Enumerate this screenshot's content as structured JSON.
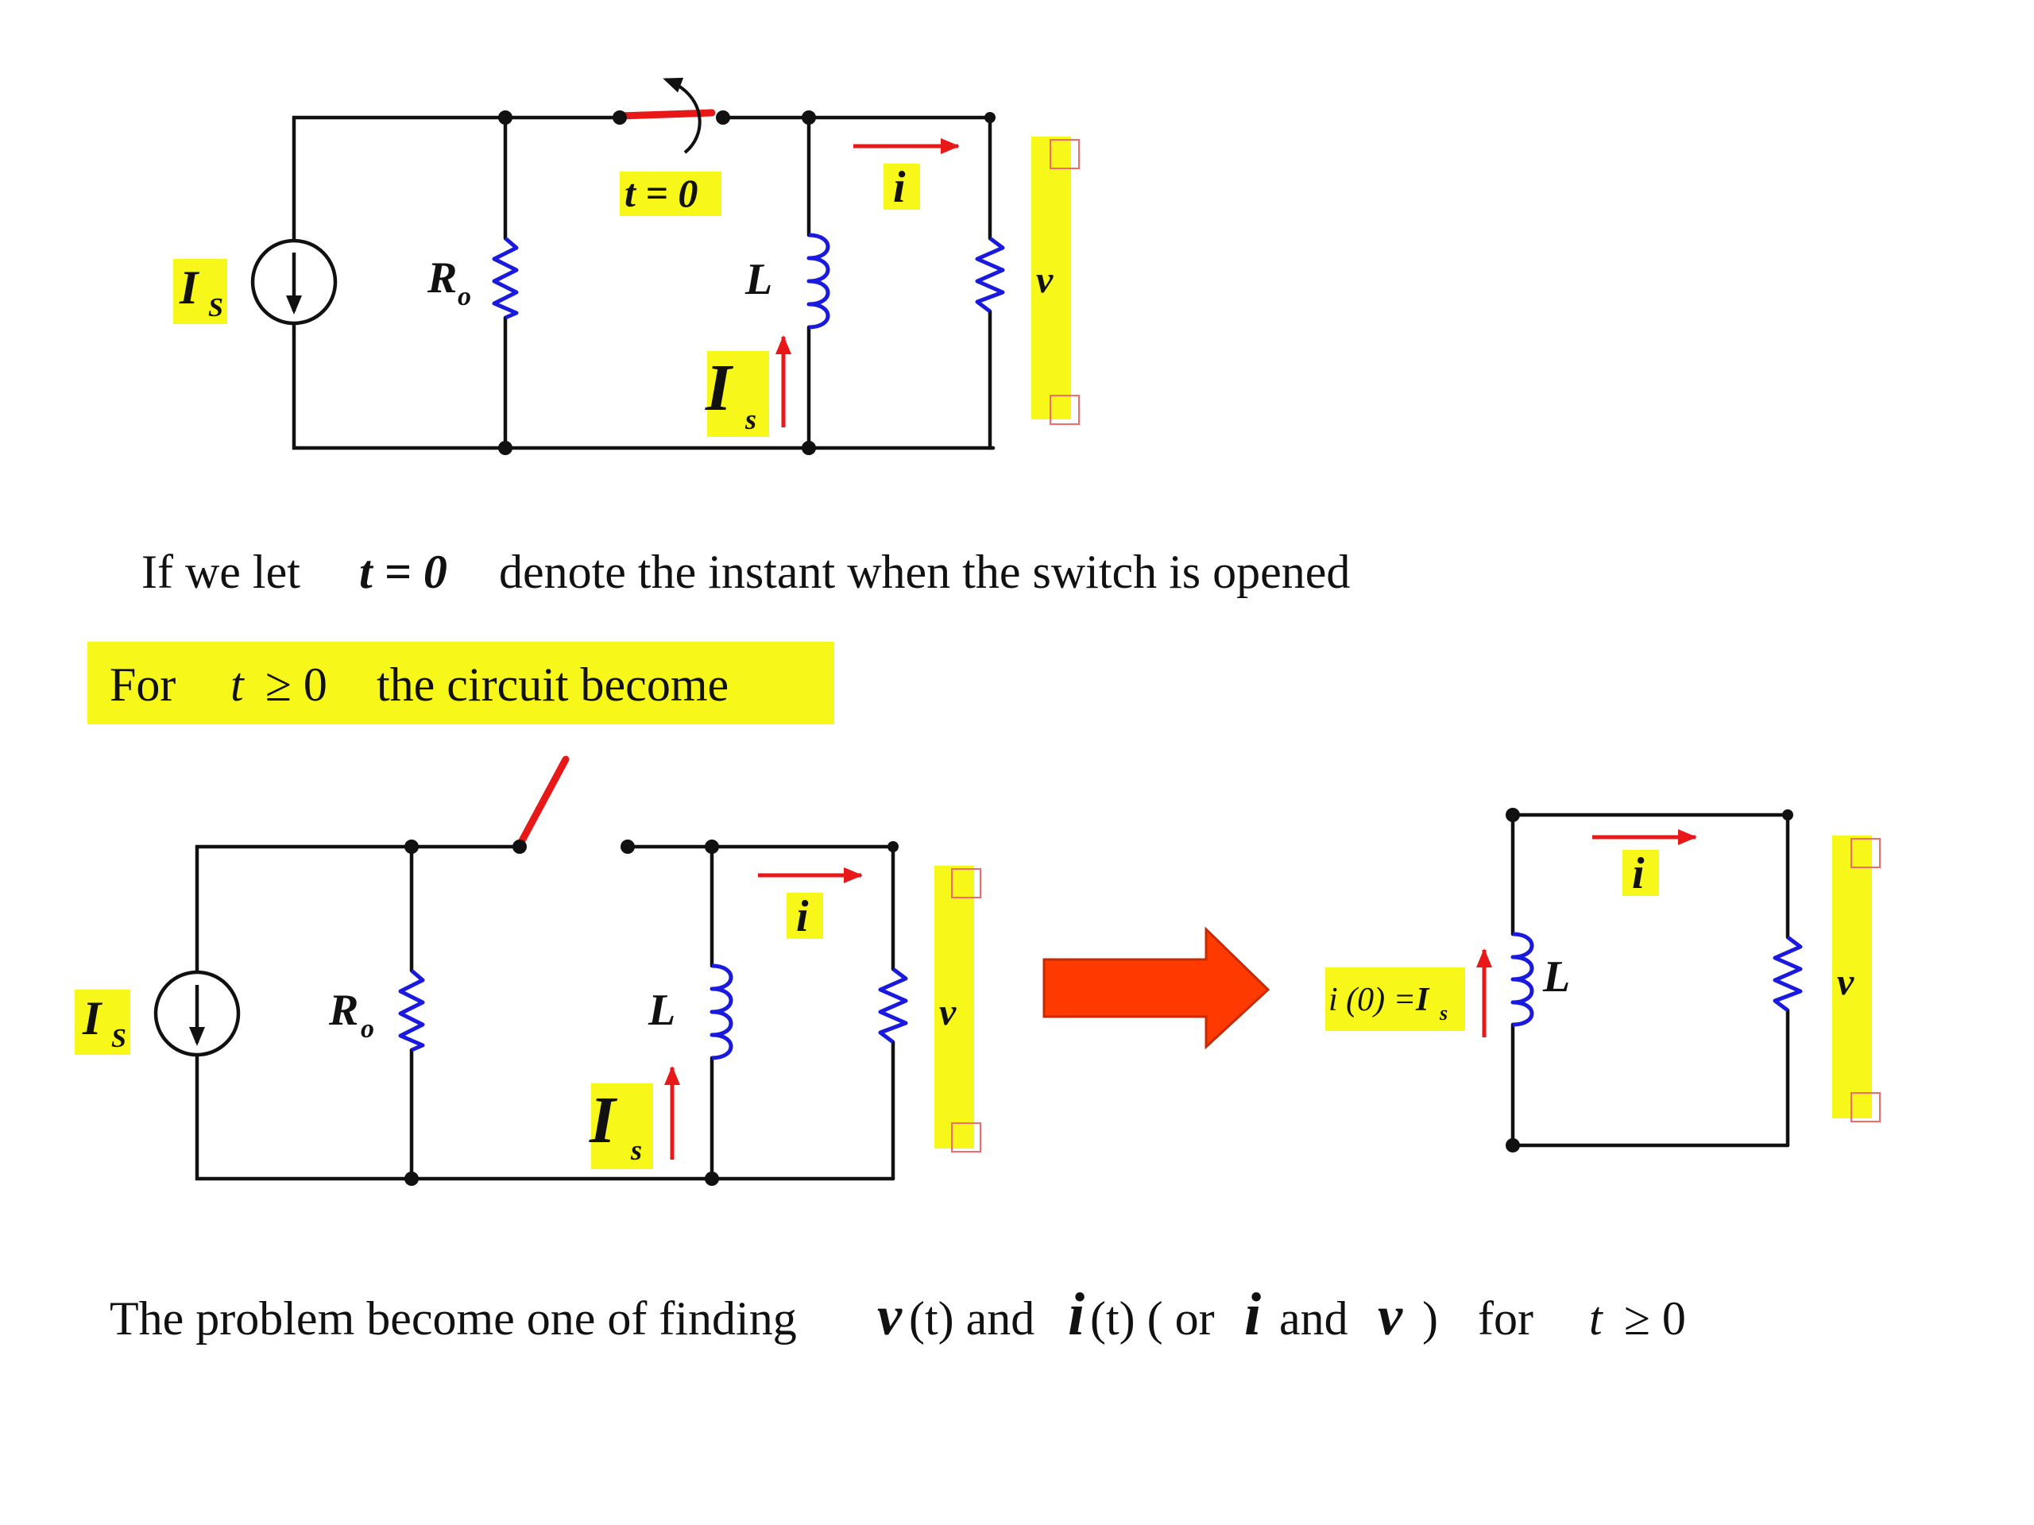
{
  "top_circuit": {
    "source_label": "I",
    "source_sub": "S",
    "resistor_label": "R",
    "resistor_sub": "o",
    "switch_label": "t = 0",
    "inductor_label": "L",
    "current_label": "i",
    "voltage_label": "v",
    "inductor_current_label": "I",
    "inductor_current_sub": "s"
  },
  "sentence1": {
    "pre": "If we let",
    "expr": "t = 0",
    "post": "denote the instant when the switch is opened"
  },
  "sentence2": {
    "pre": "For",
    "var": "t",
    "op": "≥ 0",
    "post": "the circuit become"
  },
  "bottom_circuit": {
    "source_label": "I",
    "source_sub": "S",
    "resistor_label": "R",
    "resistor_sub": "o",
    "inductor_label": "L",
    "current_label": "i",
    "voltage_label": "v",
    "inductor_current_label": "I",
    "inductor_current_sub": "s"
  },
  "reduced_circuit": {
    "initial_condition_pre": "i (0) =",
    "initial_condition_var": "I",
    "initial_condition_sub": "s",
    "inductor_label": "L",
    "current_label": "i",
    "voltage_label": "v"
  },
  "sentence3": {
    "p1": "The problem become one of finding",
    "v1": "v",
    "p2": "(t)  and",
    "i1": "i",
    "p3": "(t)  ( or",
    "i2": "i",
    "p4": "and",
    "v2": "v",
    "p5": ")",
    "p6": "for",
    "var": "t",
    "op": "≥ 0"
  },
  "colors": {
    "highlight": "#f7f71a",
    "wire": "#111111",
    "component": "#1a1adf",
    "arrow": "#e81818",
    "big_arrow": "#ff3a00"
  }
}
